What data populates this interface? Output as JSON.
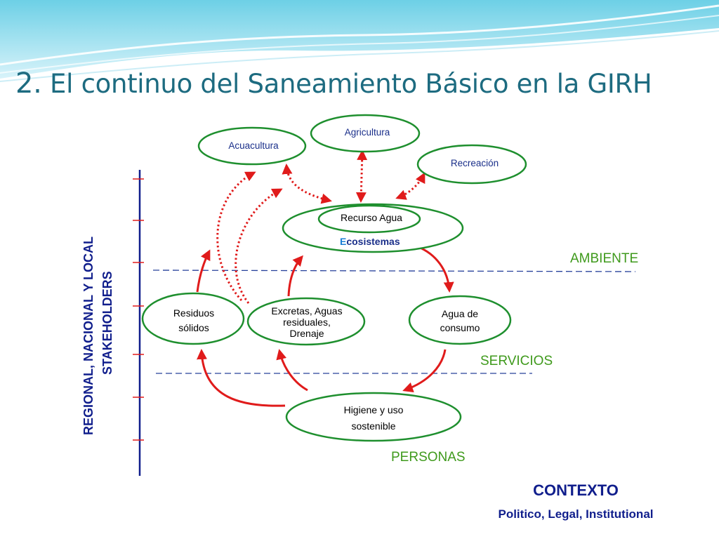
{
  "slide": {
    "title_number": "2.",
    "title_text": "El continuo del Saneamiento Básico en la GIRH"
  },
  "axis": {
    "label_line1": "REGIONAL, NACIONAL Y LOCAL",
    "label_line2": "STAKEHOLDERS"
  },
  "zones": {
    "ambiente": "AMBIENTE",
    "servicios": "SERVICIOS",
    "personas": "PERSONAS"
  },
  "nodes": {
    "acuacultura": "Acuacultura",
    "agricultura": "Agricultura",
    "recreacion": "Recreación",
    "recurso_agua": "Recurso Agua",
    "ecosistemas_initial": "E",
    "ecosistemas_rest": "cosistemas",
    "residuos_line1": "Residuos",
    "residuos_line2": "sólidos",
    "excretas_line1": "Excretas,  Aguas",
    "excretas_line2": "residuales,",
    "excretas_line3": "Drenaje",
    "agua_consumo_line1": "Agua de",
    "agua_consumo_line2": "consumo",
    "higiene_line1": "Higiene y uso",
    "higiene_line2": "sostenible"
  },
  "context": {
    "title": "CONTEXTO",
    "subtitle": "Politico, Legal,  Institutional"
  },
  "colors": {
    "title": "#1d6b80",
    "node_border": "#1e8f2e",
    "arrow": "#e01b1b",
    "axis": "#101e8c",
    "zone_text": "#3f9a1c",
    "ecosistemas_initial": "#1a7fd6",
    "dashed_line": "#27419b"
  }
}
